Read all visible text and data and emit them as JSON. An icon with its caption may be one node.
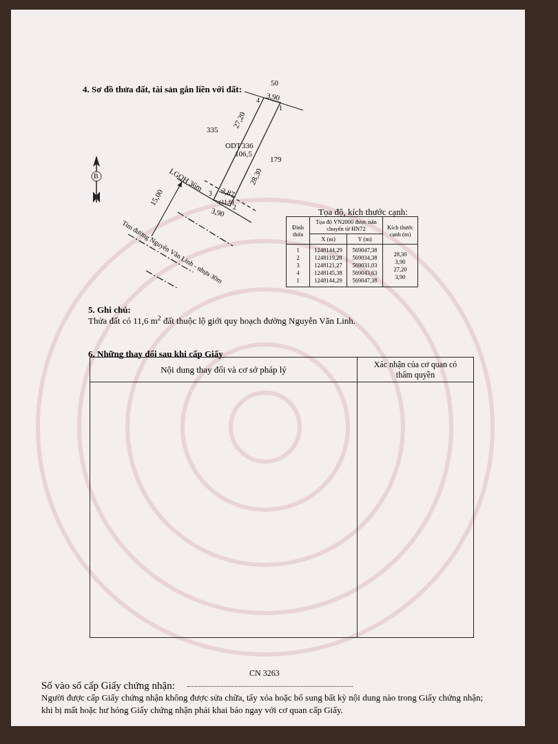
{
  "diagram": {
    "title": "4. Sơ đồ thửa đất, tài sản gắn liền với đất:",
    "labels": [
      "50",
      "3,90",
      "4",
      "1",
      "335",
      "27,20",
      "ODT",
      "336",
      "106,5",
      "179",
      "28,30",
      "LGQH 36m",
      "3",
      "3,87",
      "(11,6)",
      "2",
      "3,90",
      "15,00",
      "Tim đường Nguyễn Văn Linh - nhựa 30m",
      "B",
      "Tọa độ, kích thước cạnh:",
      "Đỉnh thửa",
      "Tọa độ VN2000 được nắn chuyển từ HN72",
      "Kích thước cạnh (m)",
      "X (m)",
      "Y (m)",
      "1",
      "1248144,29",
      "569047,38",
      "2",
      "1248119,28",
      "569034,38",
      "3",
      "1248121,27",
      "569031,03",
      "4",
      "1248145,38",
      "569043,63",
      "1",
      "1248144,29",
      "569047,38",
      "28,30",
      "3,90",
      "27,20",
      "3,90",
      "5. Ghi chú:",
      "Thửa đất có 11,6 m$^{2}$ đất thuộc lộ giới quy hoạch đường Nguyễn Văn Linh.",
      "6. Những thay đổi sau khi cấp Giấy",
      "Nội dung thay đổi và cơ sở pháp lý",
      "Xác nhận của cơ quan có thẩm quyền",
      "Số vào sổ cấp Giấy chứng nhận:",
      "CN 3263",
      "Người được cấp Giấy chứng nhận không được sửa chữa, tẩy xóa hoặc bổ sung bất kỳ nội dung nào trong Giấy chứng nhận; khi bị mất hoặc hư hỏng Giấy chứng nhận phải khai báo ngay với cơ quan cấp Giấy."
    ]
  }
}
